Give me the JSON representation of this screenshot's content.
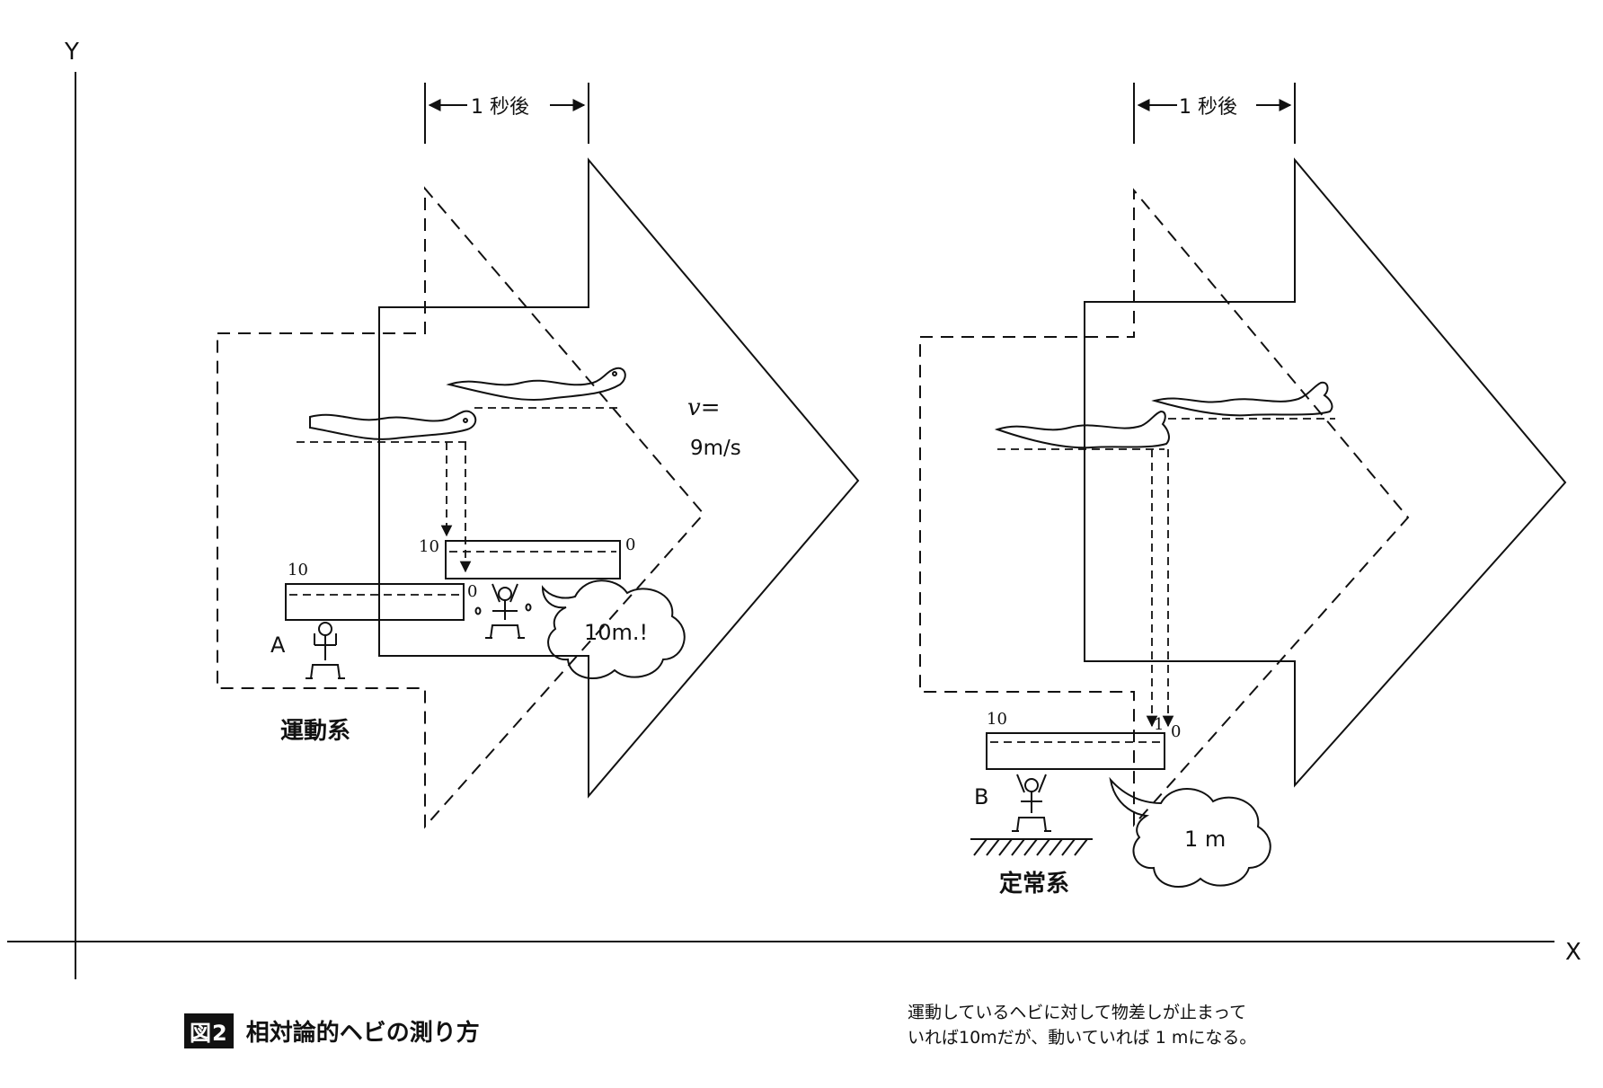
{
  "axes": {
    "y_label": "Y",
    "x_label": "X"
  },
  "left_panel": {
    "time_label": "1 秒後",
    "velocity_label": "v=",
    "velocity_value": "9m/s",
    "ruler_moved_start": "10",
    "ruler_moved_end": "0",
    "ruler_start": "10",
    "ruler_end": "0",
    "observer_label": "A",
    "speech_text": "10m.!",
    "frame_name": "運動系"
  },
  "right_panel": {
    "time_label": "1 秒後",
    "ruler_start": "10",
    "ruler_mark": "1",
    "ruler_end": "0",
    "observer_label": "B",
    "speech_text": "1 m",
    "frame_name": "定常系"
  },
  "caption": {
    "badge": "図2",
    "title": "相対論的ヘビの測り方"
  },
  "note": {
    "line1": "運動しているヘビに対して物差しが止まって",
    "line2": "いれば10mだが、動いていれば 1 mになる。"
  }
}
